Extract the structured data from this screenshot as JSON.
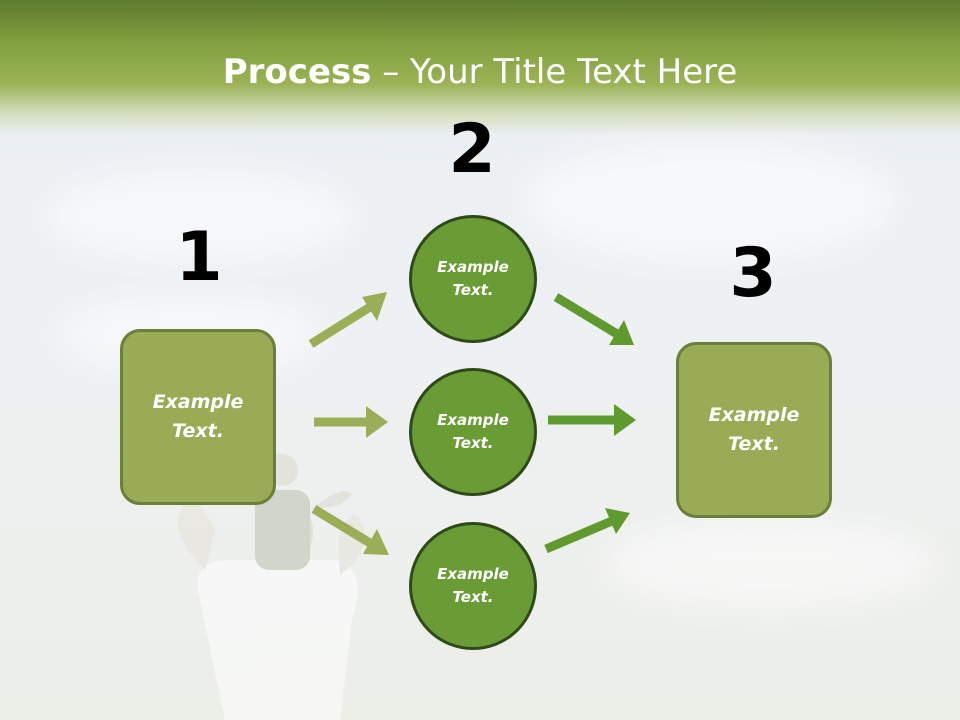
{
  "title": {
    "bold": "Process",
    "rest": " – Your Title Text Here"
  },
  "steps": [
    {
      "number": "1",
      "label": "Example\nText."
    },
    {
      "number": "2",
      "labels": [
        "Example\nText.",
        "Example\nText.",
        "Example\nText."
      ]
    },
    {
      "number": "3",
      "label": "Example\nText."
    }
  ],
  "colors": {
    "header": "#8aa847",
    "box_fill": "#9aab56",
    "circle_fill": "#6a9c36",
    "arrow_light": "#9aae57",
    "arrow_dark": "#5f9a2f"
  }
}
